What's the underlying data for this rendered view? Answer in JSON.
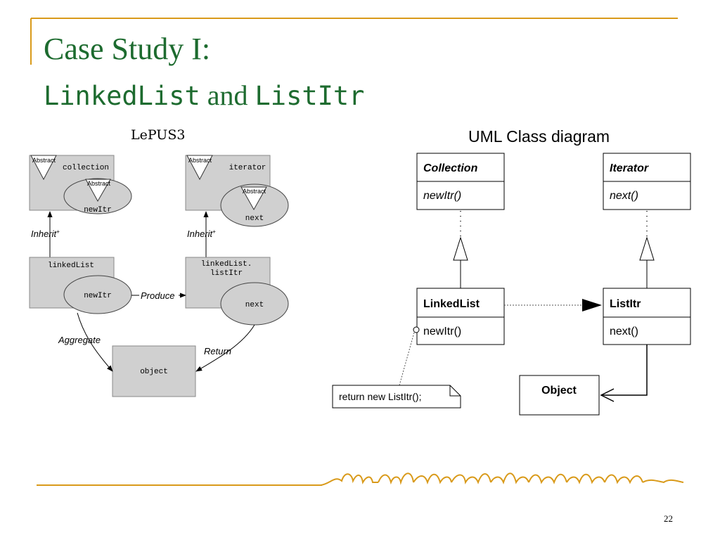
{
  "slide": {
    "title_line1": "Case Study I:",
    "title_line2_part1": "LinkedList",
    "title_line2_and": "and",
    "title_line2_part2": "ListItr",
    "page_number": "22"
  },
  "lepus": {
    "heading": "LePUS3",
    "abstract_tag": "Abstract",
    "collection_label": "collection",
    "iterator_label": "iterator",
    "newitr_label": "newItr",
    "next_label": "next",
    "linkedlist_label": "linkedList",
    "linkedlist_listitr_line1": "linkedList.",
    "linkedlist_listitr_line2": "listItr",
    "object_label": "object",
    "inherit_label": "Inherit",
    "inherit_sup": "+",
    "produce_label": "Produce",
    "aggregate_label": "Aggregate",
    "return_label": "Return"
  },
  "uml": {
    "heading": "UML Class diagram",
    "collection_name": "Collection",
    "collection_method": "newItr()",
    "iterator_name": "Iterator",
    "iterator_method": "next()",
    "linkedlist_name": "LinkedList",
    "linkedlist_method": "newItr()",
    "listitr_name": "ListItr",
    "listitr_method": "next()",
    "object_name": "Object",
    "note_text": "return new ListItr();"
  },
  "colors": {
    "title": "#1d6b2f",
    "rule": "#d99a1a",
    "box_fill": "#d0d0d0"
  }
}
